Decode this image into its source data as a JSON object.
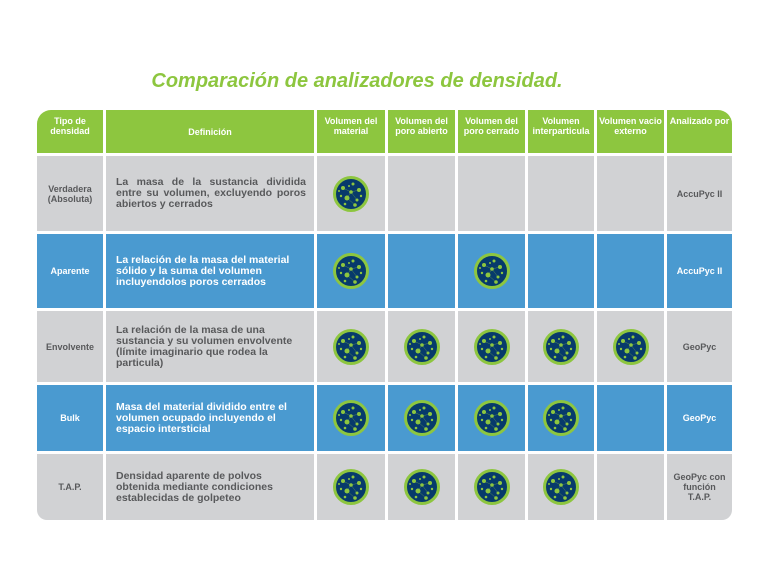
{
  "title": "Comparación de analizadores de densidad.",
  "headers": [
    "Tipo de densidad",
    "Definición",
    "Volumen del material",
    "Volumen del poro abierto",
    "Volumen del poro cerrado",
    "Volumen interparticula",
    "Volumen vacio externo",
    "Analizado por"
  ],
  "rows": [
    {
      "type": "Verdadera (Absoluta)",
      "definition": "La masa de la sustancia dividida entre su volumen, excluyendo poros abiertos y cerrados",
      "marks": [
        true,
        false,
        false,
        false,
        false
      ],
      "analyzer": "AccuPyc II",
      "style": "gray"
    },
    {
      "type": "Aparente",
      "definition": "La relación de la masa del material sólido y la suma del volumen incluyendolos poros cerrados",
      "marks": [
        true,
        false,
        true,
        false,
        false
      ],
      "analyzer": "AccuPyc II",
      "style": "blue"
    },
    {
      "type": "Envolvente",
      "definition": "La relación de la masa de una sustancia y su volumen envolvente (límite imaginario que rodea la particula)",
      "marks": [
        true,
        true,
        true,
        true,
        true
      ],
      "analyzer": "GeoPyc",
      "style": "gray"
    },
    {
      "type": "Bulk",
      "definition": "Masa del material dividido entre el volumen ocupado incluyendo el espacio intersticial",
      "marks": [
        true,
        true,
        true,
        true,
        false
      ],
      "analyzer": "GeoPyc",
      "style": "blue"
    },
    {
      "type": "T.A.P.",
      "definition": "Densidad aparente de polvos obtenida mediante condiciones establecidas de golpeteo",
      "marks": [
        true,
        true,
        true,
        true,
        false
      ],
      "analyzer": "GeoPyc con función T.A.P.",
      "style": "gray"
    }
  ],
  "icon": "particle-icon",
  "colors": {
    "green": "#8dc63f",
    "blue": "#4a9ad0",
    "gray": "#d1d2d4",
    "navy": "#073a6b"
  }
}
